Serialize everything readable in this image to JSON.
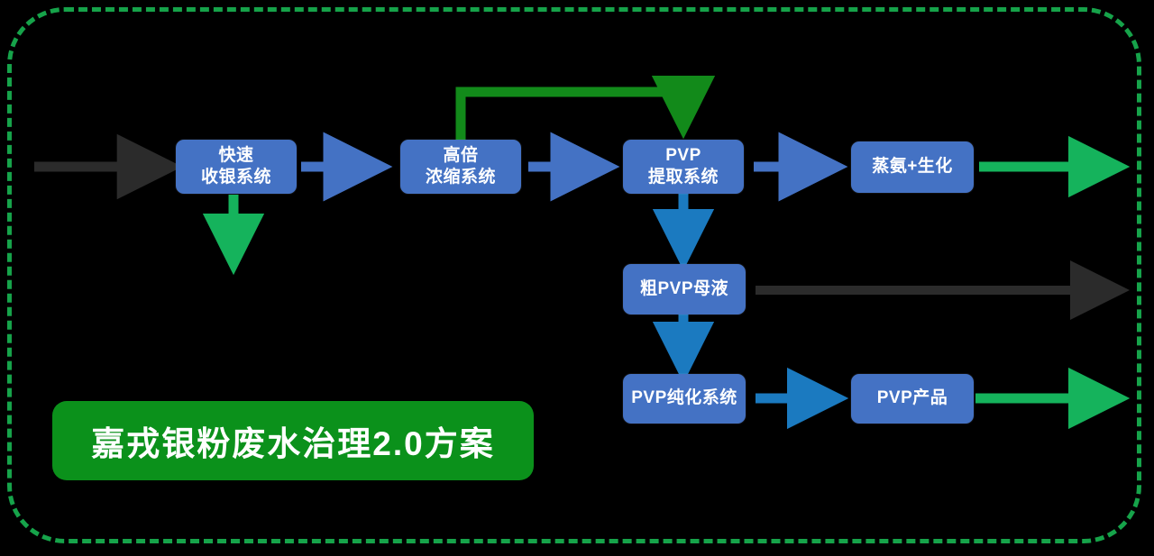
{
  "diagram": {
    "title_banner": "嘉戎银粉废水治理2.0方案",
    "frame_color": "#16a34a",
    "background": "#000000",
    "node_fill": "#4472c4",
    "node_text_color": "#ffffff",
    "colors": {
      "box_blue": "#4472c4",
      "arrow_blue": "#4472c4",
      "arrow_deep_blue": "#1b7ac0",
      "arrow_bright_green": "#15b35c",
      "arrow_dark_green": "#128a1a",
      "arrow_gray": "#2b2b2b",
      "banner_green": "#0b911b",
      "frame_green": "#16a34a"
    },
    "nodes": [
      {
        "id": "fast-collect",
        "name": "fast-collection-system",
        "lines": [
          "快速",
          "收银系统"
        ]
      },
      {
        "id": "concentrate",
        "name": "high-multiple-concentration-system",
        "lines": [
          "高倍",
          "浓缩系统"
        ]
      },
      {
        "id": "pvp-extract",
        "name": "pvp-extraction-system",
        "lines": [
          "PVP",
          "提取系统"
        ]
      },
      {
        "id": "ammonia-bio",
        "name": "ammonia-distillation-biochemical",
        "lines": [
          "蒸氨+生化"
        ]
      },
      {
        "id": "crude-pvp",
        "name": "crude-pvp-mother-liquor",
        "lines": [
          "粗PVP母液"
        ]
      },
      {
        "id": "pvp-purify",
        "name": "pvp-purification-system",
        "lines": [
          "PVP纯化系统"
        ]
      },
      {
        "id": "pvp-product",
        "name": "pvp-product",
        "lines": [
          "PVP产品"
        ]
      }
    ],
    "connectors": [
      {
        "id": "inlet",
        "name": "inlet-arrow",
        "color": "arrow_gray",
        "from": "",
        "to": "fast-collect"
      },
      {
        "id": "collect-to-conc",
        "name": "collect-to-concentrate-arrow",
        "color": "arrow_blue",
        "from": "fast-collect",
        "to": "concentrate"
      },
      {
        "id": "conc-to-extract",
        "name": "concentrate-to-extract-arrow",
        "color": "arrow_blue",
        "from": "concentrate",
        "to": "pvp-extract"
      },
      {
        "id": "extract-to-amm",
        "name": "extract-to-ammonia-arrow",
        "color": "arrow_blue",
        "from": "pvp-extract",
        "to": "ammonia-bio"
      },
      {
        "id": "amm-outlet",
        "name": "ammonia-outlet-arrow",
        "color": "arrow_bright_green",
        "from": "ammonia-bio",
        "to": ""
      },
      {
        "id": "collect-down",
        "name": "collection-sludge-arrow",
        "color": "arrow_bright_green",
        "from": "fast-collect",
        "to": ""
      },
      {
        "id": "recycle-loop",
        "name": "concentrate-recycle-loop",
        "color": "arrow_dark_green",
        "from": "concentrate",
        "to": "pvp-extract"
      },
      {
        "id": "extract-down",
        "name": "extract-to-crude-arrow",
        "color": "arrow_deep_blue",
        "from": "pvp-extract",
        "to": "crude-pvp"
      },
      {
        "id": "crude-outlet",
        "name": "crude-liquor-outlet-arrow",
        "color": "arrow_gray",
        "from": "crude-pvp",
        "to": ""
      },
      {
        "id": "crude-down",
        "name": "crude-to-purify-arrow",
        "color": "arrow_deep_blue",
        "from": "crude-pvp",
        "to": "pvp-purify"
      },
      {
        "id": "purify-to-prod",
        "name": "purify-to-product-arrow",
        "color": "arrow_deep_blue",
        "from": "pvp-purify",
        "to": "pvp-product"
      },
      {
        "id": "product-outlet",
        "name": "product-outlet-arrow",
        "color": "arrow_bright_green",
        "from": "pvp-product",
        "to": ""
      }
    ]
  }
}
